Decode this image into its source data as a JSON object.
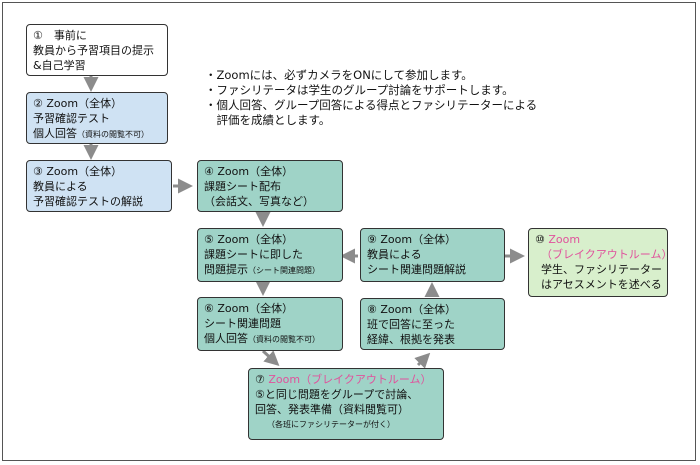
{
  "notes": [
    "・Zoomには、必ずカメラをONにして参加します。",
    "・ファシリテータは学生のグループ討論をサポートします。",
    "・個人回答、グループ回答による得点とファシリテーターによる",
    "　評価を成績とします。"
  ],
  "steps": {
    "s1": {
      "title": "①　事前に",
      "lines": [
        "教員から予習項目の提示",
        "&自己学習"
      ]
    },
    "s2": {
      "title": "② Zoom（全体）",
      "line1": "予習確認テスト",
      "line2_main": "個人回答",
      "line2_small": "（資料の閲覧不可）"
    },
    "s3": {
      "title": "③ Zoom（全体）",
      "lines": [
        "教員による",
        "予習確認テストの解説"
      ]
    },
    "s4": {
      "title": "④ Zoom（全体）",
      "lines": [
        "課題シート配布",
        "（会話文、写真など）"
      ]
    },
    "s5": {
      "title": "⑤ Zoom（全体）",
      "line1": "課題シートに即した",
      "line2_main": "問題提示",
      "line2_small": "（シート関連問題）"
    },
    "s6": {
      "title": "⑥ Zoom（全体）",
      "line1": "シート関連問題",
      "line2_main": "個人回答",
      "line2_small": "（資料の閲覧不可）"
    },
    "s7": {
      "num": "⑦ ",
      "title": "Zoom（ブレイクアウトルーム）",
      "lines": [
        "⑤と同じ問題をグループで討論、",
        "回答、発表準備（資料閲覧可）"
      ],
      "note": "（各班にファシリテーターが付く）"
    },
    "s8": {
      "title": "⑧ Zoom（全体）",
      "lines": [
        "班で回答に至った",
        "経緯、根拠を発表"
      ]
    },
    "s9": {
      "title": "⑨ Zoom（全体）",
      "lines": [
        "教員による",
        "シート関連問題解説"
      ]
    },
    "s10": {
      "num": "⑩ ",
      "title1": "Zoom",
      "title2": "（ブレイクアウトルーム）",
      "lines": [
        "学生、ファシリテーター",
        "はアセスメントを述べる"
      ]
    }
  },
  "colors": {
    "arrow": "#8c8c8c",
    "blue": "#cfe2f3",
    "teal": "#9fd3c7",
    "light_green": "#d8efcc",
    "pink": "#e0529c"
  }
}
